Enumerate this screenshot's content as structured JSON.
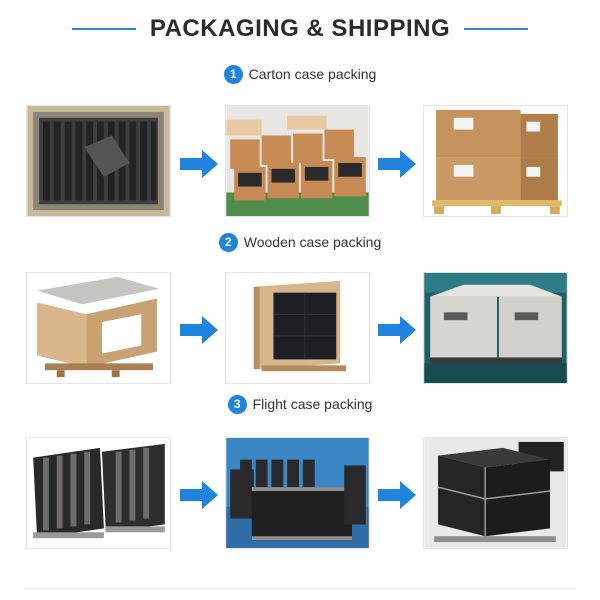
{
  "header": {
    "title": "PACKAGING & SHIPPING"
  },
  "steps": [
    {
      "number": "1",
      "label": "Carton case packing"
    },
    {
      "number": "2",
      "label": "Wooden case packing"
    },
    {
      "number": "3",
      "label": "Flight case packing"
    }
  ],
  "colors": {
    "accent": "#1f84df",
    "title": "#2b2b2b"
  },
  "icons": {
    "arrow": "arrow-right-icon"
  }
}
